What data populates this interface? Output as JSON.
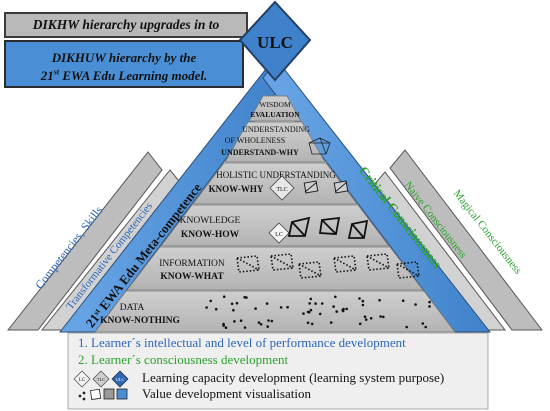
{
  "titles": {
    "line1": "DIKHW hierarchy upgrades in to",
    "line2a": "DIKHUW hierarchy by the",
    "line2b_pre": "21",
    "line2b_sup": "st",
    "line2b_post": " EWA Edu Learning model."
  },
  "apex": {
    "label": "ULC"
  },
  "levels": [
    {
      "top": "WISDOM",
      "bottom": "EVALUATION"
    },
    {
      "top": "UNDERSTANDING",
      "middle": "OF WHOLENESS",
      "bottom": "UNDERSTAND-WHY"
    },
    {
      "top": "HOLISTIC UNDERSTANDING",
      "bottom": "KNOW-WHY"
    },
    {
      "top": "KNOWLEDGE",
      "bottom": "KNOW-HOW"
    },
    {
      "top": "INFORMATION",
      "bottom": "KNOW-WHAT"
    },
    {
      "top": "DATA",
      "bottom": "KNOW-NOTHING"
    }
  ],
  "badges": {
    "tlc": "TLC",
    "lc": "LC"
  },
  "left_side": {
    "outer": "Competencies, Skills",
    "inner": "Transformative Competencies",
    "meta_pre": "21",
    "meta_sup": "st",
    "meta_post": " EWA Edu Meta-competence"
  },
  "right_side": {
    "critical": "Critical Consciousness",
    "naive": "Naive Consciousness",
    "magical": "Magical Consciousness"
  },
  "legend": {
    "item1": "1. Learner´s intellectual and level of performance development",
    "item2": "2. Learner´s consciousness development",
    "item3": "Learning capacity development (learning system purpose)",
    "item4": "Value development visualisation",
    "icons": [
      "LC",
      "TLC",
      "ULC"
    ]
  },
  "colors": {
    "blue_band": "#4a8fd6",
    "gray_band": "#b4b4b4",
    "green_text": "#2da12d",
    "blue_text": "#2e66b8",
    "title_gray": "#b9b9b9"
  }
}
